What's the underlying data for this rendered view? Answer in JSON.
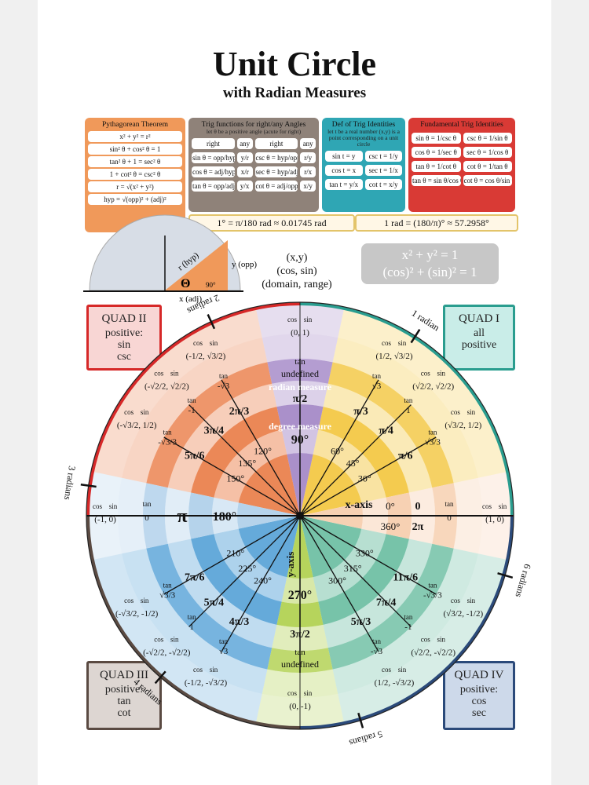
{
  "header": {
    "title": "Unit Circle",
    "subtitle": "with Radian Measures"
  },
  "pythagorean": {
    "title": "Pythagorean Theorem",
    "items": [
      "x² + y² = r²",
      "sin² θ + cos² θ = 1",
      "tan² θ + 1 = sec² θ",
      "1 + cot² θ = csc² θ",
      "r = √(x² + y²)",
      "hyp = √(opp)² + (adj)²"
    ]
  },
  "right_angles": {
    "title": "Trig functions for right/any Angles",
    "note": "let θ be a positive angle (acute for right)",
    "cols": [
      "right",
      "any",
      "right",
      "any"
    ],
    "rows": [
      [
        "sin θ = opp/hyp",
        "y/r",
        "csc θ = hyp/opp",
        "r/y"
      ],
      [
        "cos θ = adj/hyp",
        "x/r",
        "sec θ = hyp/adj",
        "r/x"
      ],
      [
        "tan θ = opp/adj",
        "y/x",
        "cot θ = adj/opp",
        "x/y"
      ]
    ]
  },
  "identities_def": {
    "title": "Def of Trig Identities",
    "note": "let t be a real number (x,y) is a point corresponding on a unit circle",
    "rows": [
      [
        "sin t = y",
        "csc t = 1/y"
      ],
      [
        "cos t = x",
        "sec t = 1/x"
      ],
      [
        "tan t = y/x",
        "cot t = x/y"
      ]
    ]
  },
  "fundamental": {
    "title": "Fundamental Trig Identities",
    "rows": [
      [
        "sin θ = 1/csc θ",
        "csc θ = 1/sin θ"
      ],
      [
        "cos θ = 1/sec θ",
        "sec θ = 1/cos θ"
      ],
      [
        "tan θ = 1/cot θ",
        "cot θ = 1/tan θ"
      ],
      [
        "tan θ = sin θ/cos θ",
        "cot θ = cos θ/sin θ"
      ]
    ]
  },
  "conversions": {
    "deg_to_rad": "1° = π/180 rad ≈ 0.01745 rad",
    "rad_to_deg": "1 rad = (180/π)° ≈ 57.2958°"
  },
  "equations": {
    "line1": "x² + y² = 1",
    "line2": "(cos)² + (sin)² = 1"
  },
  "triangle": {
    "hyp": "r (hyp)",
    "opp": "y (opp)",
    "adj": "x (adj)",
    "theta": "Θ",
    "right": "90°"
  },
  "xy_legend": [
    "(x,y)",
    "(cos, sin)",
    "(domain, range)"
  ],
  "quadrants": {
    "q1": {
      "title": "QUAD I",
      "line1": "all",
      "line2": "positive",
      "color": "#2a9d8f"
    },
    "q2": {
      "title": "QUAD II",
      "line1": "positive:",
      "line2": "sin",
      "line3": "csc",
      "color": "#d62828"
    },
    "q3": {
      "title": "QUAD III",
      "line1": "positive:",
      "line2": "tan",
      "line3": "cot",
      "color": "#5a4a42"
    },
    "q4": {
      "title": "QUAD IV",
      "line1": "positive:",
      "line2": "cos",
      "line3": "sec",
      "color": "#2b4a7a"
    }
  },
  "band_labels": {
    "radian": "radian measure",
    "degree": "degree measure"
  },
  "axis_labels": {
    "x": "x-axis",
    "y": "y-axis"
  },
  "pos_labels": {
    "cos": "cos",
    "sin": "sin",
    "tan": "tan"
  },
  "circle": {
    "colors": {
      "q1": "#f2c230",
      "q2": "#e8733a",
      "q3": "#4a9bd4",
      "q4": "#5fb89a",
      "top": "#9b7cc1",
      "bottom": "#a9cc3f",
      "right": "#f6c9a6",
      "left": "#a8cbe8"
    },
    "radian_ticks": [
      "1 radian",
      "2 radians",
      "3 radians",
      "4 radians",
      "5 radians",
      "6 radians"
    ],
    "angles": [
      {
        "deg": "0°",
        "rad": "0",
        "cos": "1",
        "sin": "0",
        "tan": "0"
      },
      {
        "deg": "30°",
        "rad": "π/6",
        "cos": "√3/2",
        "sin": "1/2",
        "tan": "√3/3"
      },
      {
        "deg": "45°",
        "rad": "π/4",
        "cos": "√2/2",
        "sin": "√2/2",
        "tan": "1"
      },
      {
        "deg": "60°",
        "rad": "π/3",
        "cos": "1/2",
        "sin": "√3/2",
        "tan": "√3"
      },
      {
        "deg": "90°",
        "rad": "π/2",
        "cos": "0",
        "sin": "1",
        "tan": "undefined"
      },
      {
        "deg": "120°",
        "rad": "2π/3",
        "cos": "-1/2",
        "sin": "√3/2",
        "tan": "-√3"
      },
      {
        "deg": "135°",
        "rad": "3π/4",
        "cos": "-√2/2",
        "sin": "√2/2",
        "tan": "-1"
      },
      {
        "deg": "150°",
        "rad": "5π/6",
        "cos": "-√3/2",
        "sin": "1/2",
        "tan": "-√3/3"
      },
      {
        "deg": "180°",
        "rad": "π",
        "cos": "-1",
        "sin": "0",
        "tan": "0"
      },
      {
        "deg": "210°",
        "rad": "7π/6",
        "cos": "-√3/2",
        "sin": "-1/2",
        "tan": "√3/3"
      },
      {
        "deg": "225°",
        "rad": "5π/4",
        "cos": "-√2/2",
        "sin": "-√2/2",
        "tan": "1"
      },
      {
        "deg": "240°",
        "rad": "4π/3",
        "cos": "-1/2",
        "sin": "-√3/2",
        "tan": "√3"
      },
      {
        "deg": "270°",
        "rad": "3π/2",
        "cos": "0",
        "sin": "-1",
        "tan": "undefined"
      },
      {
        "deg": "300°",
        "rad": "5π/3",
        "cos": "1/2",
        "sin": "-√3/2",
        "tan": "-√3"
      },
      {
        "deg": "315°",
        "rad": "7π/4",
        "cos": "√2/2",
        "sin": "-√2/2",
        "tan": "-1"
      },
      {
        "deg": "330°",
        "rad": "11π/6",
        "cos": "√3/2",
        "sin": "-1/2",
        "tan": "-√3/3"
      },
      {
        "deg": "360°",
        "rad": "2π",
        "cos": "1",
        "sin": "0",
        "tan": "0"
      }
    ]
  }
}
